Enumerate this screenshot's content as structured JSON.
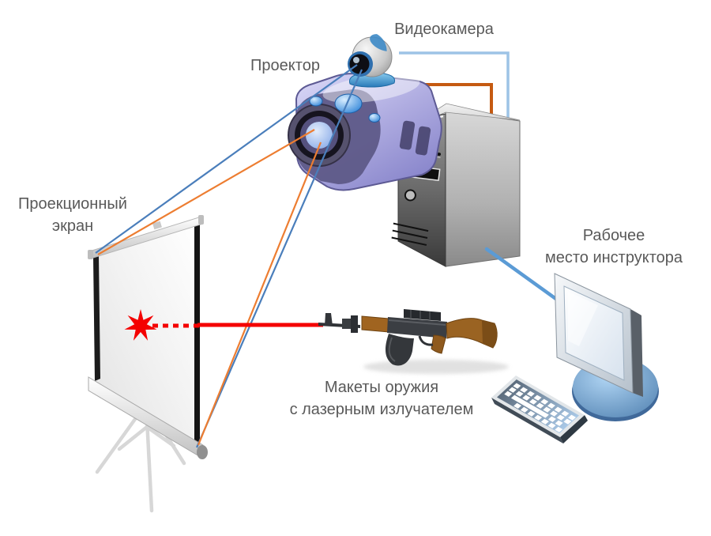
{
  "diagram": {
    "labels": {
      "camera": {
        "text": "Видеокамера"
      },
      "projector": {
        "text": "Проектор"
      },
      "screen": {
        "line1": "Проекционный",
        "line2": "экран"
      },
      "workstation": {
        "line1": "Рабочее",
        "line2": "место инструктора"
      },
      "weapon": {
        "line1": "Макеты оружия",
        "line2": "с лазерным излучателем"
      }
    },
    "colors": {
      "label_text": "#595959",
      "camera_view_line": "#4a7ebb",
      "projector_beam_line": "#ed7d31",
      "camera_cable": "#9dc3e6",
      "projector_cable": "#c55a11",
      "monitor_cable": "#5b9bd5",
      "laser": "#f40000"
    },
    "components": [
      {
        "icon": "webcam-icon",
        "label": "Видеокамера"
      },
      {
        "icon": "projector-icon",
        "label": "Проектор"
      },
      {
        "icon": "projection-screen-icon",
        "label": "Проекционный экран"
      },
      {
        "icon": "computer-tower-icon",
        "label": ""
      },
      {
        "icon": "monitor-icon",
        "label": "Рабочее место инструктора"
      },
      {
        "icon": "keyboard-icon",
        "label": "Рабочее место инструктора"
      },
      {
        "icon": "rifle-icon",
        "label": "Макеты оружия с лазерным излучателем"
      },
      {
        "icon": "laser-burst-icon",
        "label": ""
      }
    ],
    "connections": [
      {
        "from": "webcam",
        "to": "screen-top-left",
        "style": "sight-line",
        "color_key": "camera_view_line"
      },
      {
        "from": "webcam",
        "to": "screen-bottom-right",
        "style": "sight-line",
        "color_key": "camera_view_line"
      },
      {
        "from": "projector",
        "to": "screen-top-left",
        "style": "beam",
        "color_key": "projector_beam_line"
      },
      {
        "from": "projector",
        "to": "screen-bottom-right",
        "style": "beam",
        "color_key": "projector_beam_line"
      },
      {
        "from": "webcam",
        "to": "computer-tower",
        "style": "cable",
        "color_key": "camera_cable"
      },
      {
        "from": "projector",
        "to": "computer-tower",
        "style": "cable",
        "color_key": "projector_cable"
      },
      {
        "from": "computer-tower",
        "to": "monitor",
        "style": "cable",
        "color_key": "monitor_cable"
      },
      {
        "from": "rifle",
        "to": "screen",
        "style": "laser",
        "color_key": "laser"
      }
    ]
  }
}
